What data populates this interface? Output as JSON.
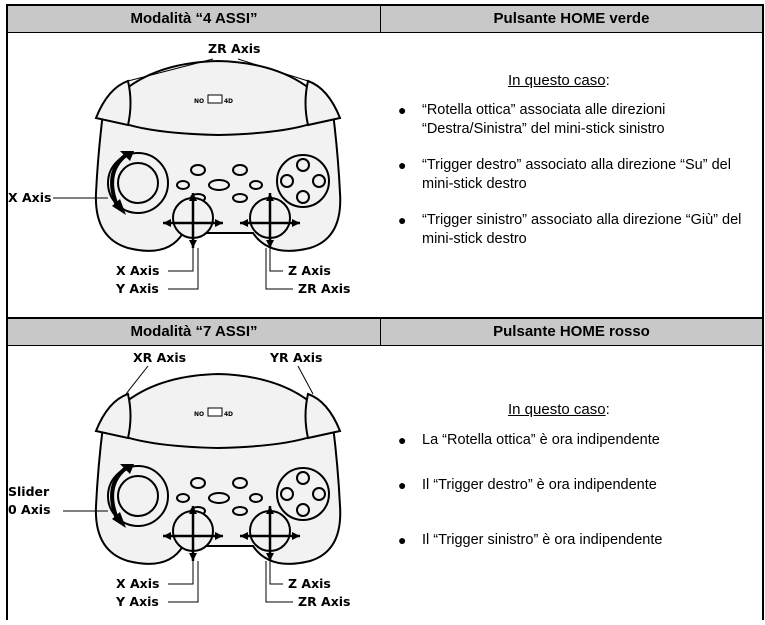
{
  "section1": {
    "mode_title": "Modalità “4 ASSI”",
    "home_title": "Pulsante HOME verde",
    "caso": "In questo caso",
    "caso_colon": ":",
    "bullets": [
      "“Rotella ottica” associata alle direzioni “Destra/Sinistra” del mini-stick sinistro",
      "“Trigger destro” associato alla direzione “Su” del mini-stick destro",
      "“Trigger sinistro” associato alla direzione “Giù” del mini-stick destro"
    ],
    "labels": {
      "top": "ZR Axis",
      "left": "X Axis",
      "bl1": "X Axis",
      "bl2": "Y Axis",
      "br1": "Z Axis",
      "br2": "ZR Axis"
    },
    "switch_no": "NO",
    "switch_4": "4",
    "switch_d": "D"
  },
  "section2": {
    "mode_title": "Modalità “7 ASSI”",
    "home_title": "Pulsante HOME rosso",
    "caso": "In questo caso",
    "caso_colon": ":",
    "bullets": [
      "La “Rotella ottica” è ora indipendente",
      "Il “Trigger destro” è ora indipendente",
      "Il “Trigger sinistro” è ora indipendente"
    ],
    "labels": {
      "top_left": "XR Axis",
      "top_right": "YR Axis",
      "left1": "Slider",
      "left2": "0 Axis",
      "bl1": "X Axis",
      "bl2": "Y Axis",
      "br1": "Z Axis",
      "br2": "ZR Axis"
    },
    "switch_no": "NO",
    "switch_4": "4",
    "switch_d": "D"
  },
  "colors": {
    "header_bg": "#c8c8c8",
    "line": "#000000",
    "gamepad_fill": "#f2f2f2"
  }
}
